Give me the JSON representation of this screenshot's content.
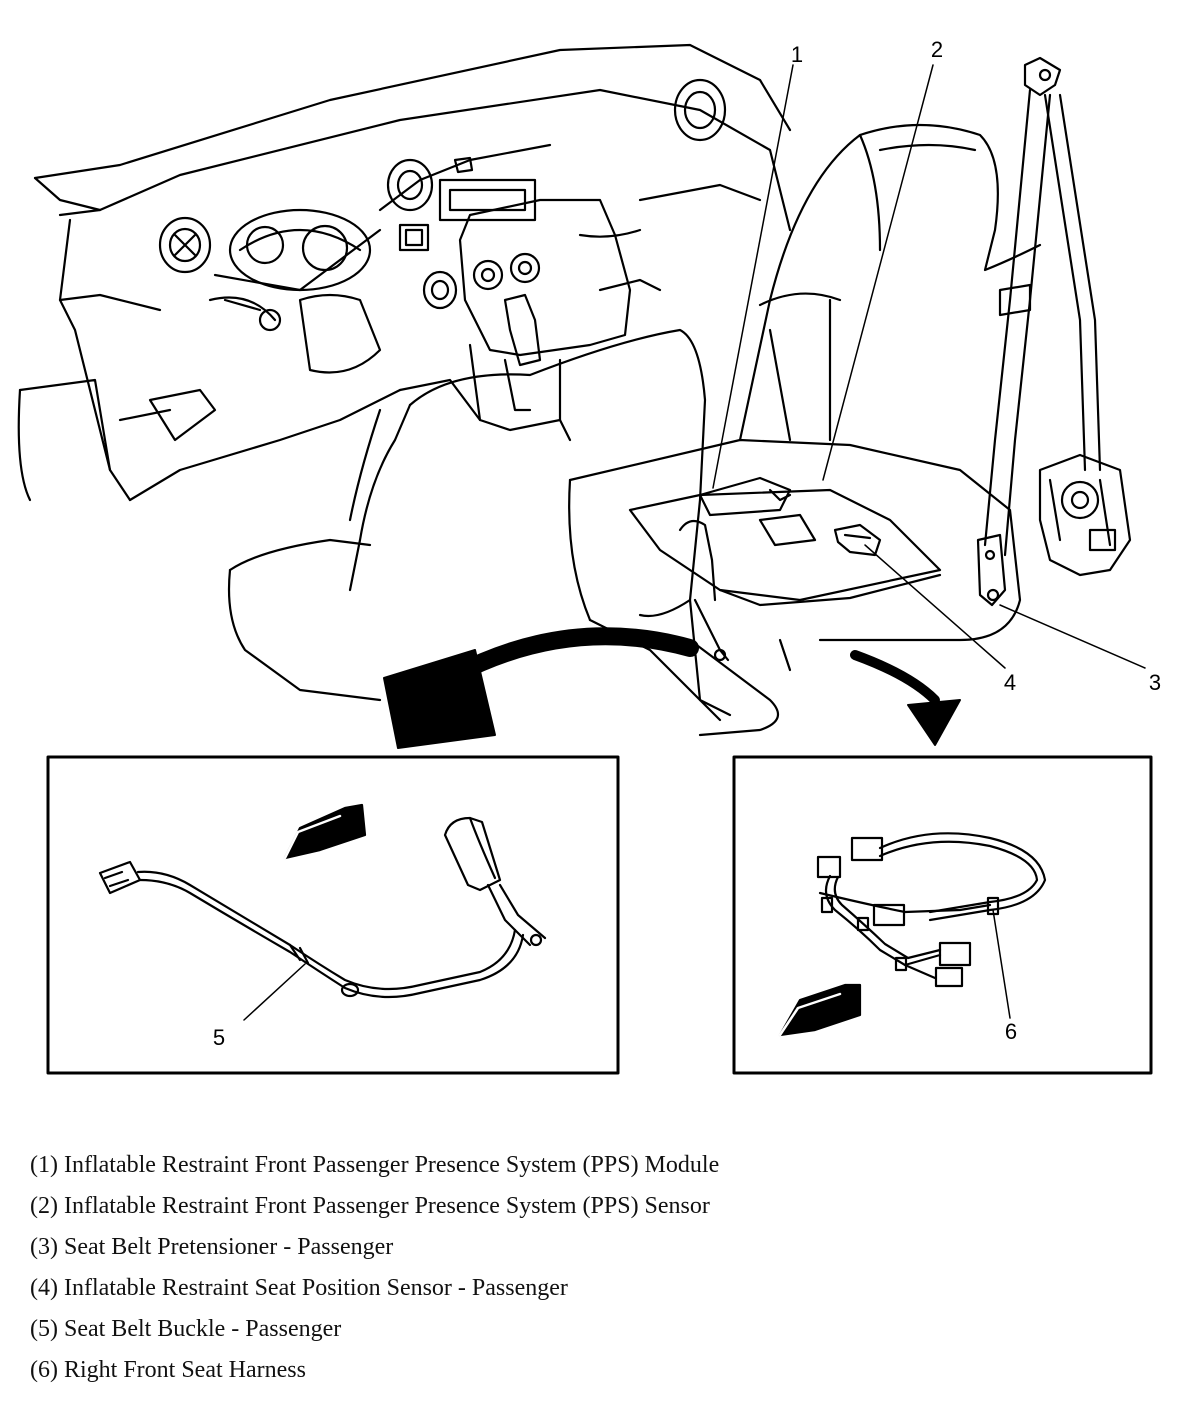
{
  "callouts": [
    "1",
    "2",
    "3",
    "4",
    "5",
    "6"
  ],
  "legend": [
    "(1) Inflatable Restraint Front Passenger Presence System (PPS) Module",
    "(2) Inflatable Restraint Front Passenger Presence System (PPS) Sensor",
    "(3) Seat Belt Pretensioner - Passenger",
    "(4) Inflatable Restraint Seat Position Sensor - Passenger",
    "(5) Seat Belt Buckle - Passenger",
    "(6) Right Front Seat Harness"
  ]
}
